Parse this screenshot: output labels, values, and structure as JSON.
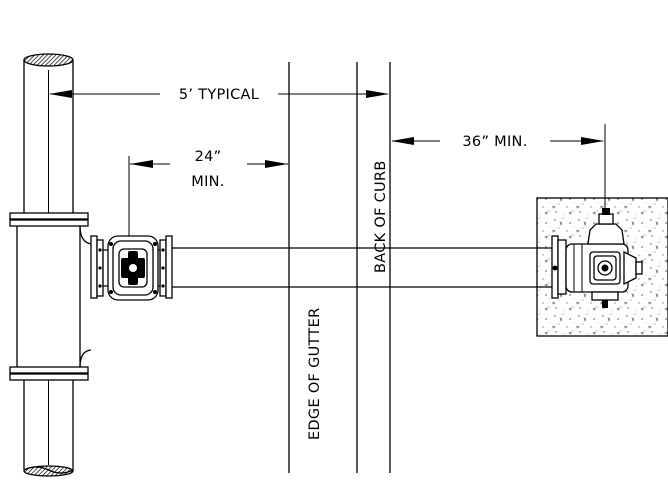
{
  "labels": {
    "spacing": "5’ TYPICAL",
    "valve_offset_line1": "24”",
    "valve_offset_line2": "MIN.",
    "curb_offset": "36” MIN.",
    "back_of_curb": "BACK OF CURB",
    "edge_of_gutter": "EDGE OF GUTTER"
  },
  "icons": [
    "hatched-pipe-end-icon",
    "gate-valve-icon",
    "fire-hydrant-icon",
    "arrowhead-icon"
  ]
}
